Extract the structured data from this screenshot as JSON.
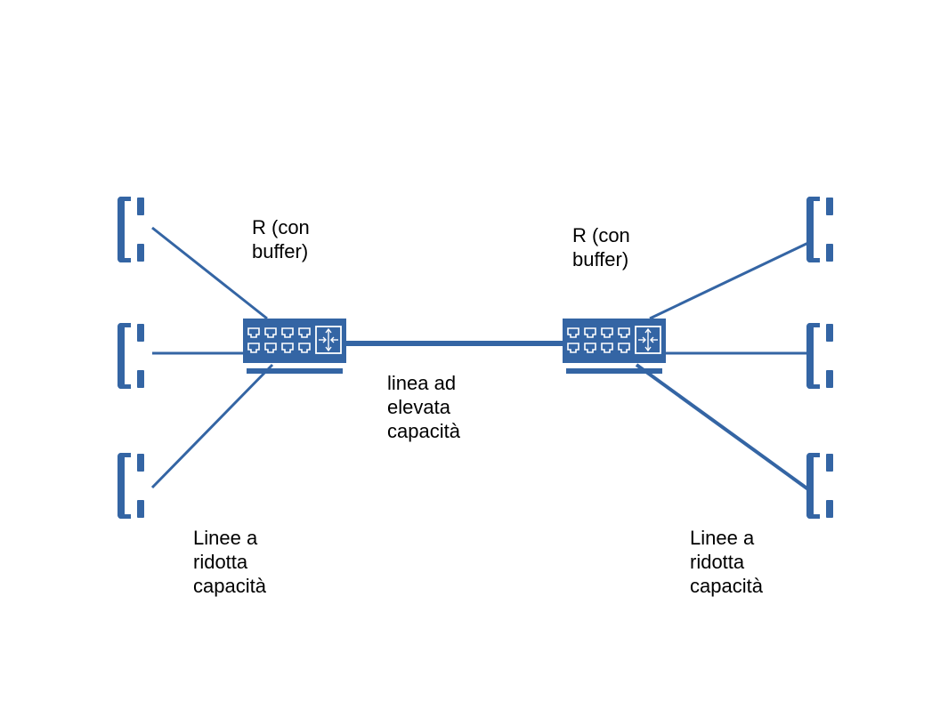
{
  "diagram": {
    "router_left_label": [
      "R (con",
      "buffer)"
    ],
    "router_right_label": [
      "R (con",
      "buffer)"
    ],
    "trunk_label": [
      "linea ad",
      "elevata",
      "capacità"
    ],
    "access_left_label": [
      "Linee a",
      "ridotta",
      "capacità"
    ],
    "access_right_label": [
      "Linee a",
      "ridotta",
      "capacità"
    ]
  },
  "colors": {
    "accent": "#3465a4",
    "text": "#000000",
    "background": "#ffffff"
  },
  "icons": {
    "endpoint": "telephone-handset-icon",
    "router": "router-switch-icon"
  }
}
